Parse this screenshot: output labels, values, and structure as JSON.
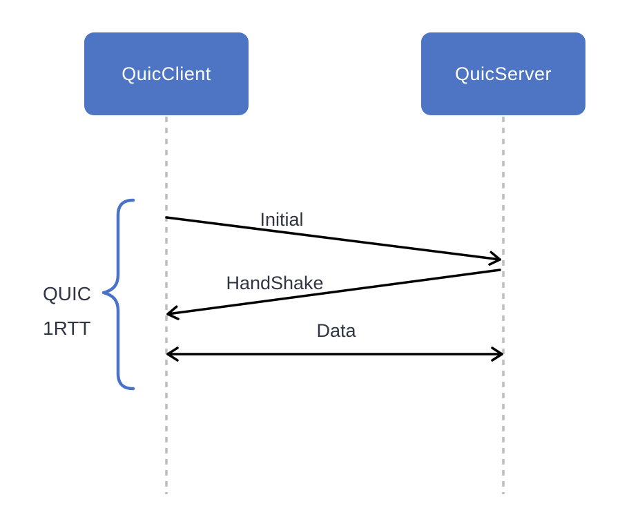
{
  "diagram": {
    "actors": [
      {
        "id": "client",
        "label": "QuicClient"
      },
      {
        "id": "server",
        "label": "QuicServer"
      }
    ],
    "messages": [
      {
        "label": "Initial",
        "from": "client",
        "to": "server",
        "direction": "right"
      },
      {
        "label": "HandShake",
        "from": "server",
        "to": "client",
        "direction": "left"
      },
      {
        "label": "Data",
        "from": "client",
        "to": "server",
        "direction": "both"
      }
    ],
    "brace_label": {
      "line1": "QUIC",
      "line2": "1RTT"
    },
    "colors": {
      "actor_fill": "#4d75c4",
      "actor_text": "#ffffff",
      "brace_stroke": "#4a73c8",
      "arrow_stroke": "#000000",
      "lifeline_stroke": "#babdc2",
      "label_text": "#2f3542",
      "background": "#ffffff"
    }
  }
}
